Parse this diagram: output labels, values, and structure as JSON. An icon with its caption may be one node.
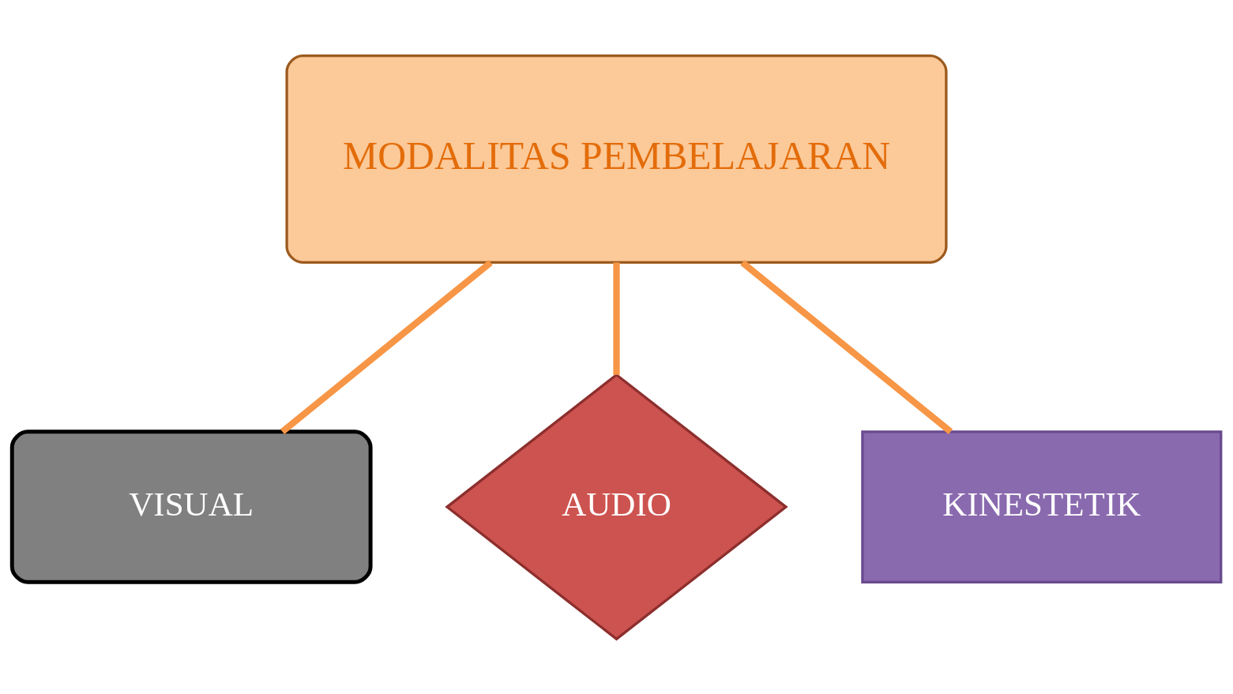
{
  "diagram": {
    "nodes": [
      {
        "text": [
          "MODALITAS PEMBELAJARAN"
        ]
      },
      {
        "text": [
          "VISUAL"
        ]
      },
      {
        "text": [
          "AUDIO"
        ]
      },
      {
        "text": [
          "KINESTETIK"
        ]
      }
    ],
    "edges": [
      {
        "from": 0,
        "to": 1,
        "arrow": "none"
      },
      {
        "from": 0,
        "to": 2,
        "arrow": "none"
      },
      {
        "from": 0,
        "to": 3,
        "arrow": "none"
      }
    ]
  }
}
